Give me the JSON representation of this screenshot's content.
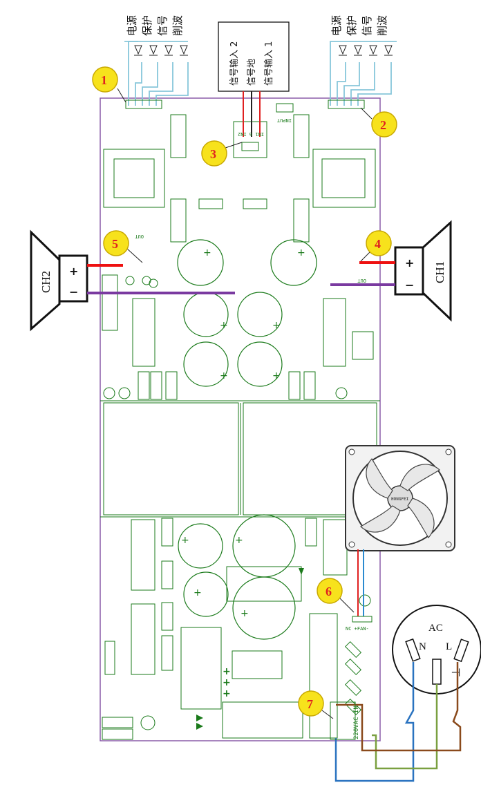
{
  "callouts": [
    "1",
    "2",
    "3",
    "4",
    "5",
    "6",
    "7"
  ],
  "led_labels_left": [
    "电源",
    "保护",
    "信号",
    "削波"
  ],
  "led_labels_right": [
    "电源",
    "保护",
    "信号",
    "削波"
  ],
  "input_box_labels": [
    "信号输入 2",
    "信号地",
    "信号输入 1"
  ],
  "speakers": {
    "ch2": {
      "name": "CH2",
      "plus": "+",
      "minus": "−"
    },
    "ch1": {
      "name": "CH1",
      "plus": "+",
      "minus": "−"
    }
  },
  "ac_socket": {
    "title": "AC",
    "n": "N",
    "l": "L"
  },
  "pcb_text": {
    "input": "INPUT",
    "in_pins": "IN1 G IN2",
    "out_left": "OUT",
    "out_right": "OUT",
    "fan": "NC +FAN-",
    "power_in": "220VAC IN",
    "fan_brand": "HONGFEI"
  },
  "wire_colors": {
    "signal": "#e02020",
    "ground": "#222222",
    "speaker_plus": "#ee1111",
    "speaker_minus": "#7a3aa0",
    "led": "#87c6da",
    "ac_n": "#2a73c0",
    "ac_l": "#8a4a1c",
    "ac_e": "#7aa040",
    "pcb_outline": "#8a5ca8",
    "silkscreen": "#1a7a1a",
    "callout_fill": "#f7e21c"
  }
}
